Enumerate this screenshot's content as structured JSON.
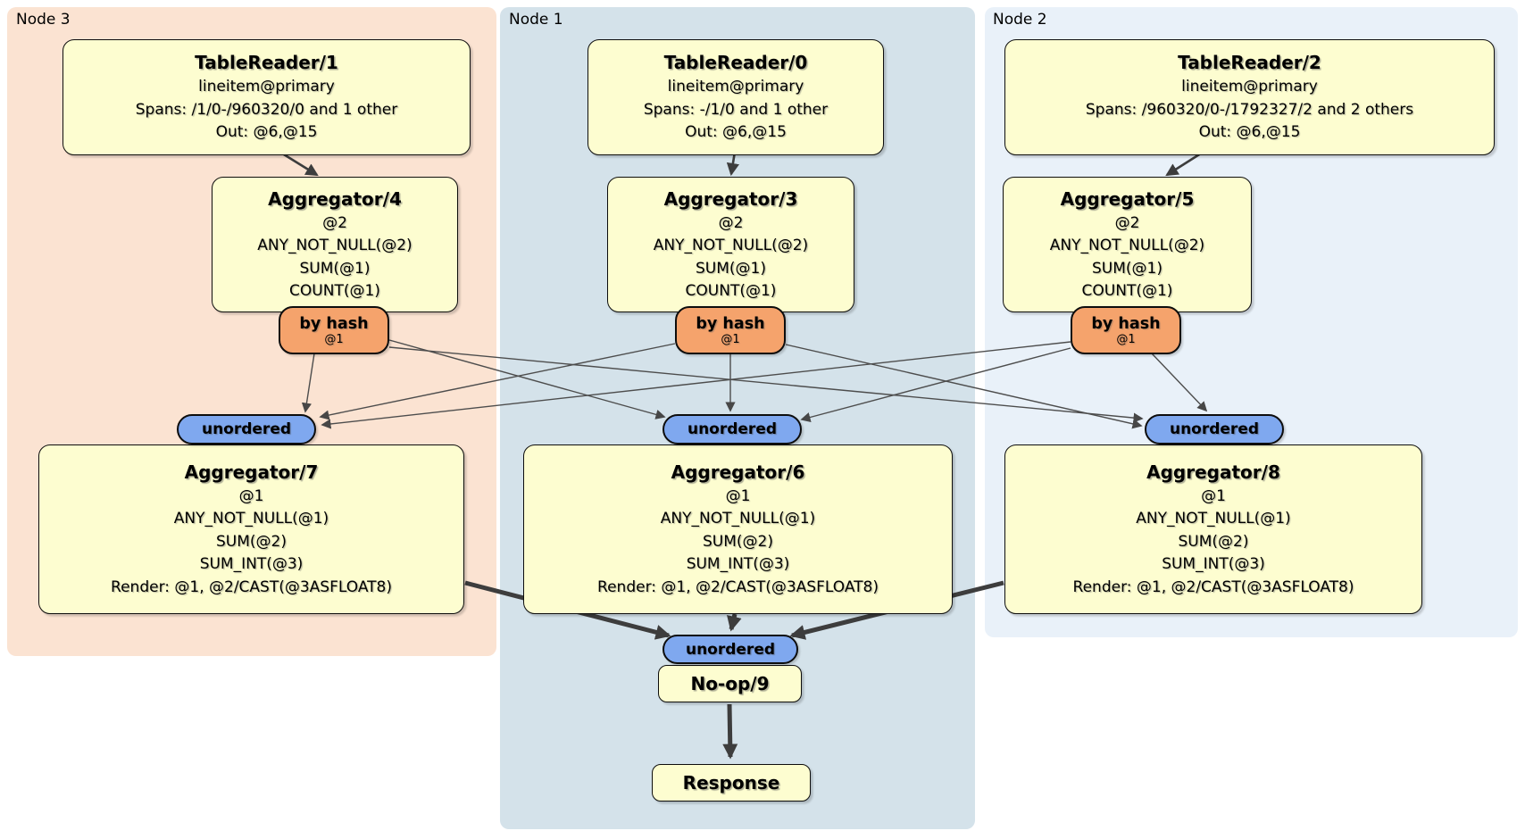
{
  "diagram": {
    "regions": [
      {
        "id": "node3",
        "label": "Node 3",
        "color": "#FBE3D2"
      },
      {
        "id": "node1",
        "label": "Node 1",
        "color": "#D4E2EA"
      },
      {
        "id": "node2",
        "label": "Node 2",
        "color": "#E9F1F9"
      }
    ],
    "processors": {
      "tablereader1": {
        "title": "TableReader/1",
        "lines": [
          "lineitem@primary",
          "Spans: /1/0-/960320/0 and 1 other",
          "Out: @6,@15"
        ]
      },
      "tablereader0": {
        "title": "TableReader/0",
        "lines": [
          "lineitem@primary",
          "Spans: -/1/0 and 1 other",
          "Out: @6,@15"
        ]
      },
      "tablereader2": {
        "title": "TableReader/2",
        "lines": [
          "lineitem@primary",
          "Spans: /960320/0-/1792327/2 and 2 others",
          "Out: @6,@15"
        ]
      },
      "aggregator4": {
        "title": "Aggregator/4",
        "lines": [
          "@2",
          "ANY_NOT_NULL(@2)",
          "SUM(@1)",
          "COUNT(@1)"
        ]
      },
      "aggregator3": {
        "title": "Aggregator/3",
        "lines": [
          "@2",
          "ANY_NOT_NULL(@2)",
          "SUM(@1)",
          "COUNT(@1)"
        ]
      },
      "aggregator5": {
        "title": "Aggregator/5",
        "lines": [
          "@2",
          "ANY_NOT_NULL(@2)",
          "SUM(@1)",
          "COUNT(@1)"
        ]
      },
      "aggregator7": {
        "title": "Aggregator/7",
        "lines": [
          "@1",
          "ANY_NOT_NULL(@1)",
          "SUM(@2)",
          "SUM_INT(@3)",
          "Render: @1, @2/CAST(@3ASFLOAT8)"
        ]
      },
      "aggregator6": {
        "title": "Aggregator/6",
        "lines": [
          "@1",
          "ANY_NOT_NULL(@1)",
          "SUM(@2)",
          "SUM_INT(@3)",
          "Render: @1, @2/CAST(@3ASFLOAT8)"
        ]
      },
      "aggregator8": {
        "title": "Aggregator/8",
        "lines": [
          "@1",
          "ANY_NOT_NULL(@1)",
          "SUM(@2)",
          "SUM_INT(@3)",
          "Render: @1, @2/CAST(@3ASFLOAT8)"
        ]
      },
      "noop": {
        "title": "No-op/9",
        "lines": []
      },
      "response": {
        "title": "Response",
        "lines": []
      }
    },
    "router": {
      "label": "by hash",
      "detail": "@1"
    },
    "sync": {
      "label": "unordered"
    },
    "colors": {
      "processor_fill": "#FDFDD0",
      "router_fill": "#F5A36C",
      "sync_fill": "#7FA8EF",
      "node3_fill": "#FBE3D2",
      "node1_fill": "#D4E2EA",
      "node2_fill": "#E9F1F9",
      "edge": "#474747",
      "border": "#0d0d0d"
    }
  }
}
